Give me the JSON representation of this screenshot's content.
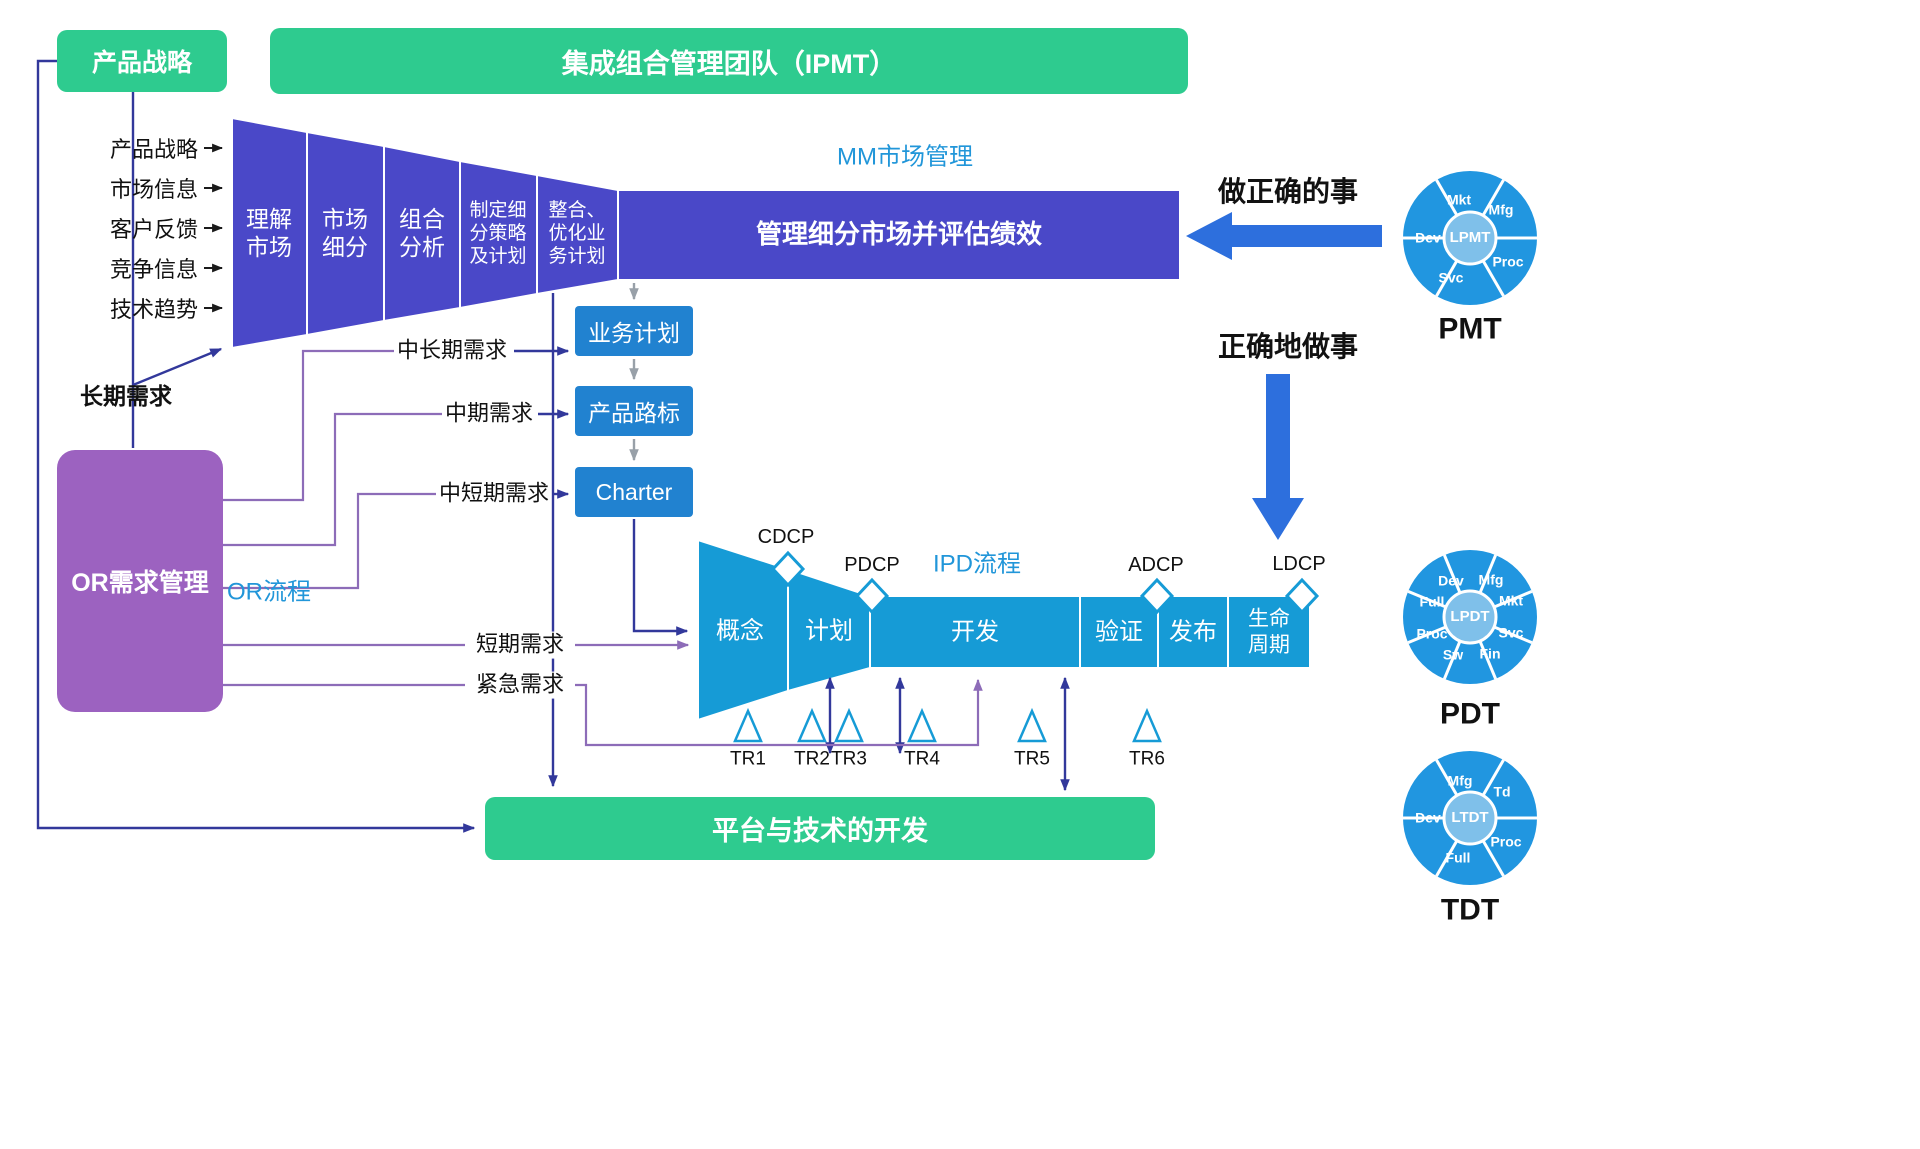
{
  "colors": {
    "green": "#2ecb8f",
    "mm_indigo": "#4a48c8",
    "or_purple": "#9c62c0",
    "process_blue": "#169bd6",
    "plan_box_blue": "#2182d0",
    "wheel_blue": "#2196e0",
    "wheel_center_blue": "#7fc0ea",
    "accent_text_blue": "#2196d9",
    "big_arrow_blue": "#2d6fdd",
    "navy_line": "#32389b",
    "purple_line": "#8d6cb8",
    "gray_arrow": "#98a0a8"
  },
  "top": {
    "product_strategy": "产品战略",
    "ipmt_title": "集成组合管理团队（IPMT）"
  },
  "inputs": {
    "items": [
      "产品战略",
      "市场信息",
      "客户反馈",
      "竞争信息",
      "技术趋势"
    ],
    "long_term": "长期需求"
  },
  "mm": {
    "title": "MM市场管理",
    "segments": [
      "理解\n市场",
      "市场\n细分",
      "组合\n分析",
      "制定细\n分策略\n及计划",
      "整合、\n优化业\n务计划"
    ],
    "bar": "管理细分市场并评估绩效"
  },
  "or": {
    "box": "OR需求管理",
    "flow": "OR流程",
    "demands": [
      "中长期需求",
      "中期需求",
      "中短期需求",
      "短期需求",
      "紧急需求"
    ]
  },
  "plan_boxes": [
    "业务计划",
    "产品路标",
    "Charter"
  ],
  "ipd": {
    "title": "IPD流程",
    "phases": [
      "概念",
      "计划",
      "开发",
      "验证",
      "发布",
      "生命\n周期"
    ],
    "checkpoints": [
      "CDCP",
      "PDCP",
      "ADCP",
      "LDCP"
    ],
    "trs": [
      "TR1",
      "TR2",
      "TR3",
      "TR4",
      "TR5",
      "TR6"
    ]
  },
  "mottos": {
    "do_right_things": "做正确的事",
    "do_things_right": "正确地做事"
  },
  "platform": "平台与技术的开发",
  "teams": {
    "pmt": {
      "title": "PMT",
      "center": "LPMT",
      "members": [
        "Mkt",
        "Mfg",
        "Dev",
        "Proc",
        "Svc"
      ]
    },
    "pdt": {
      "title": "PDT",
      "center": "LPDT",
      "members": [
        "Dev",
        "Mfg",
        "Full",
        "Mkt",
        "Proc",
        "Svc",
        "Sw",
        "Fin"
      ]
    },
    "tdt": {
      "title": "TDT",
      "center": "LTDT",
      "members": [
        "Mfg",
        "Td",
        "Dev",
        "Proc",
        "Full"
      ]
    }
  }
}
